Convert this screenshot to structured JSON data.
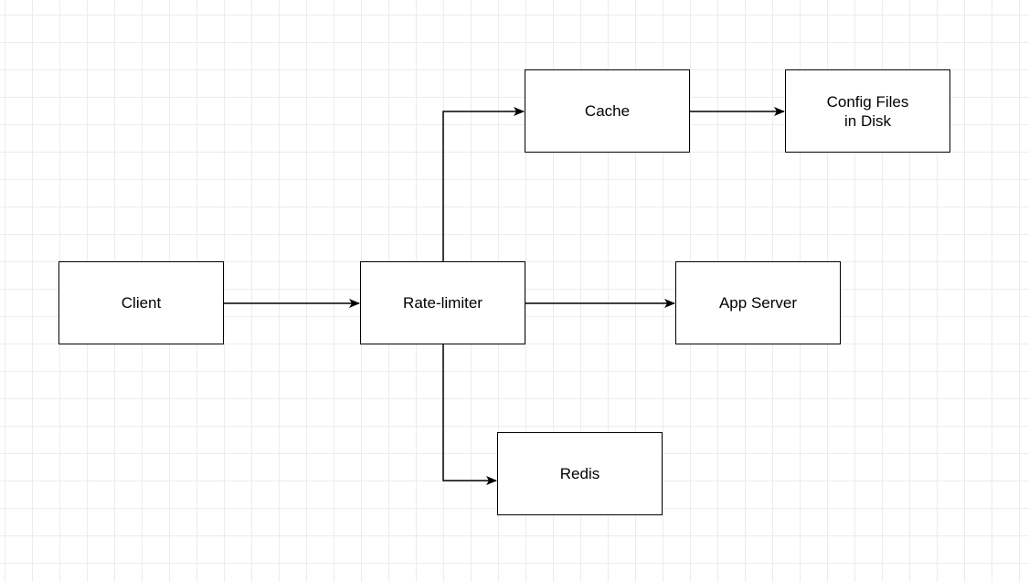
{
  "diagram": {
    "nodes": {
      "cache": "Cache",
      "config_files": "Config Files\nin Disk",
      "client": "Client",
      "rate_limiter": "Rate-limiter",
      "app_server": "App Server",
      "redis": "Redis"
    },
    "edges": [
      {
        "from": "client",
        "to": "rate_limiter"
      },
      {
        "from": "rate_limiter",
        "to": "app_server"
      },
      {
        "from": "rate_limiter",
        "to": "cache"
      },
      {
        "from": "cache",
        "to": "config_files"
      },
      {
        "from": "rate_limiter",
        "to": "redis"
      }
    ],
    "colors": {
      "stroke": "#000000",
      "grid": "#ececec",
      "background": "#ffffff"
    }
  }
}
